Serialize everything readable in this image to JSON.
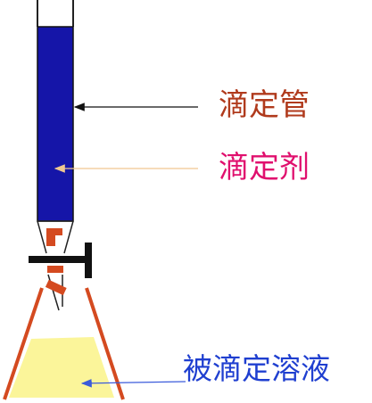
{
  "labels": {
    "burette": "滴定管",
    "titrant": "滴定剂",
    "analyte": "被滴定溶液"
  },
  "colors": {
    "burette_label": "#b03a1c",
    "titrant_label": "#e0106e",
    "analyte_label": "#1f3fd0",
    "titrant_fill": "#1515a8",
    "solution_fill": "#fbf59a",
    "flask_outline": "#d44a20",
    "stopcock": "#111111",
    "arrow_burette": "#111111",
    "arrow_titrant": "#f0c890",
    "arrow_analyte": "#3b5bdb"
  }
}
